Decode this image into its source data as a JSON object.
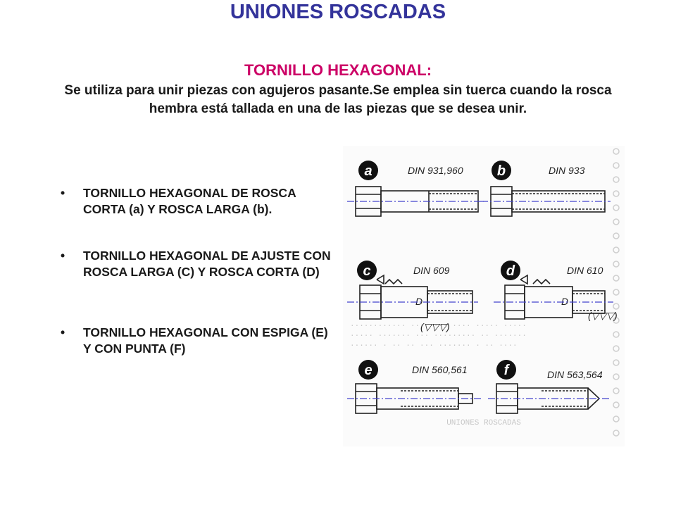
{
  "title": "UNIONES ROSCADAS",
  "subtitle": "TORNILLO HEXAGONAL:",
  "description": "Se utiliza para unir piezas con agujeros pasante.Se emplea sin tuerca cuando la rosca hembra está tallada en una de las piezas que se desea unir.",
  "bullets": [
    "TORNILLO HEXAGONAL DE ROSCA CORTA (a) Y ROSCA LARGA (b).",
    "TORNILLO HEXAGONAL DE AJUSTE CON ROSCA LARGA (C) Y ROSCA CORTA (D)",
    "TORNILLO HEXAGONAL CON ESPIGA (E) Y CON PUNTA (F)"
  ],
  "figure": {
    "panels": [
      {
        "letter": "a",
        "din": "DIN 931,960"
      },
      {
        "letter": "b",
        "din": "DIN 933"
      },
      {
        "letter": "c",
        "din": "DIN 609",
        "mark": "D",
        "finish": "(▽▽▽)"
      },
      {
        "letter": "d",
        "din": "DIN 610",
        "mark": "D",
        "finish": "(▽▽▽)"
      },
      {
        "letter": "e",
        "din": "DIN 560,561"
      },
      {
        "letter": "f",
        "din": "DIN 563,564"
      }
    ],
    "footer": "UNIONES ROSCADAS"
  }
}
